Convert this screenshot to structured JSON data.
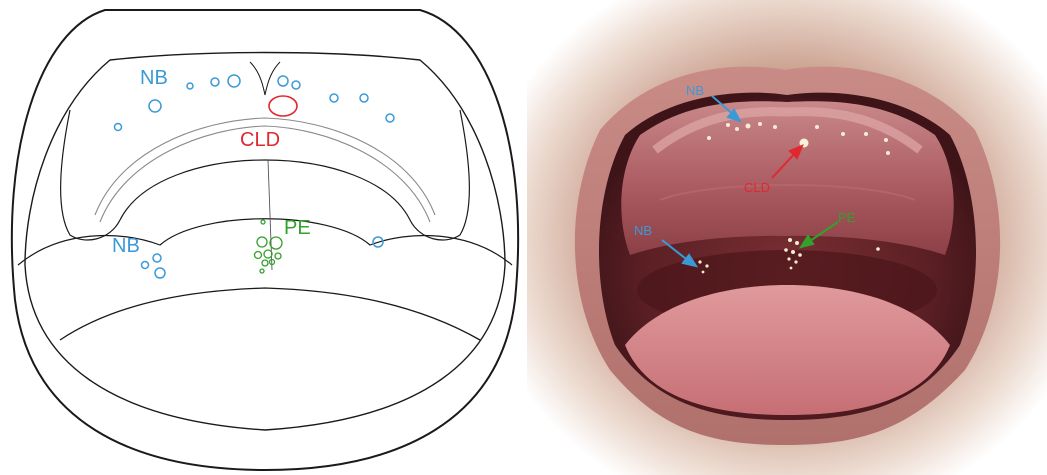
{
  "left_panel": {
    "labels": {
      "nb_upper": "NB",
      "cld": "CLD",
      "nb_lower": "NB",
      "pe": "PE"
    }
  },
  "right_panel": {
    "labels": {
      "nb_upper": "NB",
      "cld": "CLD",
      "nb_lower": "NB",
      "pe": "PE"
    }
  },
  "colors": {
    "nb": "#3b9ad6",
    "cld": "#e0282e",
    "pe": "#33a02c",
    "outline": "#1a1a1a"
  }
}
